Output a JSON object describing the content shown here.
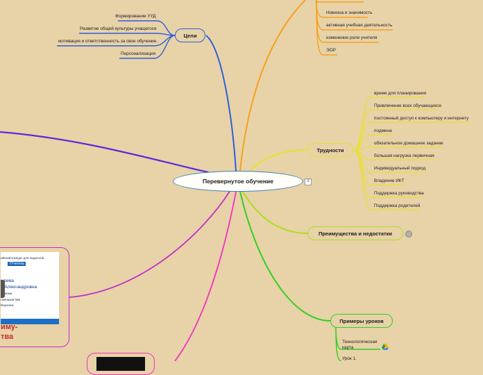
{
  "central": {
    "label": "Перевернутое обучение"
  },
  "branches": {
    "goals": {
      "label": "Цели",
      "color": "#2d5fd9",
      "items": [
        "Формирование УУД",
        "Развитие общей культуры учащегося",
        "мотивация и ответственность за свое обучение.",
        "Персонализация"
      ]
    },
    "top_orange": {
      "color": "#f5a21c",
      "items": [
        "Новизна и значимость",
        "активная учебная деятельность",
        "изменение роли учителя",
        "ЭОР"
      ]
    },
    "difficulties": {
      "label": "Трудности",
      "color": "#e8e030",
      "items": [
        "время для планирования",
        "Привлечение всех обучающихся",
        "постоянный доступ к компьютеру и интернету",
        "подмена",
        "обязательное домашнее задание",
        "большая нагрузка первичная",
        "Индивидуальный подход",
        "Владение ИКТ",
        "Поддержка руководства",
        "Поддержка родителей"
      ]
    },
    "pros_cons": {
      "label": "Преимущества и недостатки",
      "color": "#a8e020"
    },
    "examples": {
      "label": "Примеры уроков",
      "color": "#30d020",
      "items": [
        "Технологическая карта",
        "Урок 1."
      ]
    },
    "purple": {
      "color": "#c030c8",
      "card": {
        "line1": "ийский конкурс для педагогов",
        "badge": "УУчитель",
        "line2": "ырева",
        "line3": "о Александровна",
        "line4": "гиназии",
        "line5": "гимназии №9",
        "line6": "Воронеж",
        "big1": "иму-",
        "big2": "тва"
      }
    },
    "magenta": {
      "color": "#f030c0"
    },
    "indigo": {
      "color": "#5a2ad8"
    }
  }
}
